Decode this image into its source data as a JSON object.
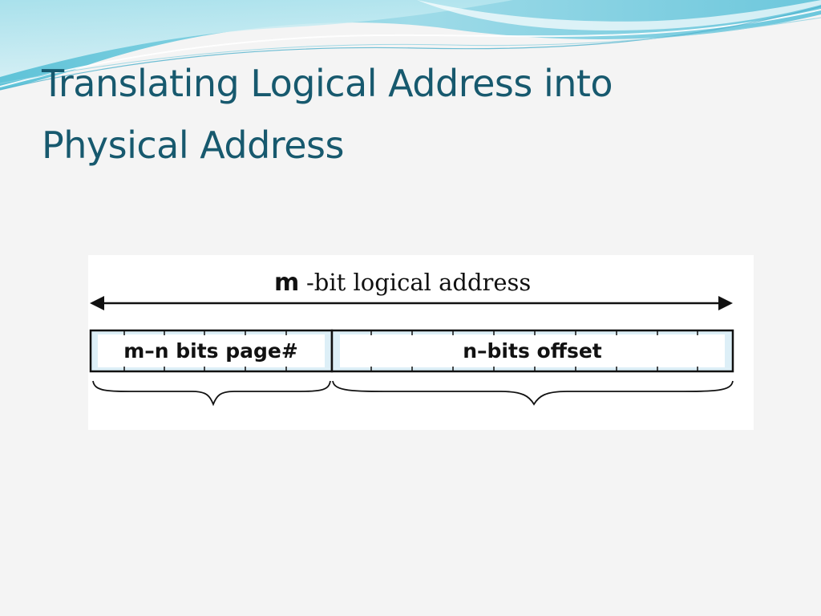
{
  "slide": {
    "title_line_1": "Translating Logical Address into",
    "title_line_2": "Physical Address"
  },
  "diagram": {
    "top_label_m": "m",
    "top_label_rest": "-bit logical address",
    "left_field": "m–n bits page#",
    "right_field": "n–bits offset"
  },
  "colors": {
    "title": "#17596e",
    "accent_light": "#a8e0ea",
    "accent_dark": "#2f8fb3",
    "field_fill": "#ddeff7"
  }
}
